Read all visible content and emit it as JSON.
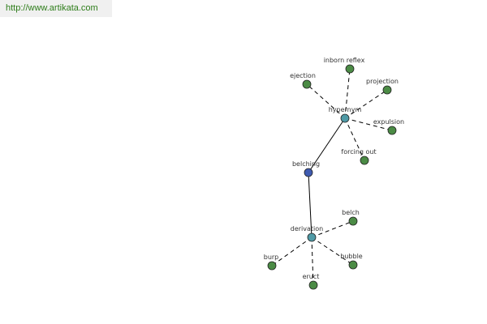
{
  "watermark": {
    "text": "http://www.artikata.com",
    "color": "#2e7d1a"
  },
  "colors": {
    "main_node": "#3f5bb0",
    "relation_node": "#4f9aa6",
    "leaf_node": "#4b8b45"
  },
  "graph": {
    "nodes": [
      {
        "id": "belching",
        "label": "belching",
        "kind": "main"
      },
      {
        "id": "hypernym",
        "label": "hypernym",
        "kind": "relation"
      },
      {
        "id": "derivation",
        "label": "derivation",
        "kind": "relation"
      },
      {
        "id": "inborn_reflex",
        "label": "inborn reflex",
        "kind": "leaf"
      },
      {
        "id": "ejection",
        "label": "ejection",
        "kind": "leaf"
      },
      {
        "id": "projection",
        "label": "projection",
        "kind": "leaf"
      },
      {
        "id": "expulsion",
        "label": "expulsion",
        "kind": "leaf"
      },
      {
        "id": "forcing_out",
        "label": "forcing out",
        "kind": "leaf"
      },
      {
        "id": "belch",
        "label": "belch",
        "kind": "leaf"
      },
      {
        "id": "burp",
        "label": "burp",
        "kind": "leaf"
      },
      {
        "id": "bubble",
        "label": "bubble",
        "kind": "leaf"
      },
      {
        "id": "eruct",
        "label": "eruct",
        "kind": "leaf"
      }
    ],
    "edges": [
      {
        "from": "belching",
        "to": "hypernym",
        "style": "solid"
      },
      {
        "from": "belching",
        "to": "derivation",
        "style": "solid"
      },
      {
        "from": "hypernym",
        "to": "inborn_reflex",
        "style": "dashed"
      },
      {
        "from": "hypernym",
        "to": "ejection",
        "style": "dashed"
      },
      {
        "from": "hypernym",
        "to": "projection",
        "style": "dashed"
      },
      {
        "from": "hypernym",
        "to": "expulsion",
        "style": "dashed"
      },
      {
        "from": "hypernym",
        "to": "forcing_out",
        "style": "dashed"
      },
      {
        "from": "derivation",
        "to": "belch",
        "style": "dashed"
      },
      {
        "from": "derivation",
        "to": "burp",
        "style": "dashed"
      },
      {
        "from": "derivation",
        "to": "bubble",
        "style": "dashed"
      },
      {
        "from": "derivation",
        "to": "eruct",
        "style": "dashed"
      }
    ]
  }
}
